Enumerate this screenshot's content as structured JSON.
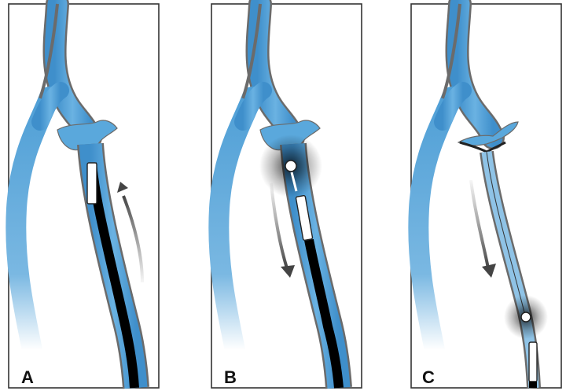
{
  "figure": {
    "panels": [
      {
        "label": "A",
        "step": "catheter-withdrawal-start",
        "arrow_direction": "up"
      },
      {
        "label": "B",
        "step": "heating-element-advancing",
        "arrow_direction": "down"
      },
      {
        "label": "C",
        "step": "vein-closed-behind-tip",
        "arrow_direction": "down"
      }
    ]
  },
  "colors": {
    "vessel_fill": "#4f9fd6",
    "vessel_light": "#9ccbea",
    "vessel_wall": "#6b6b6b",
    "catheter_shaft": "#000000",
    "catheter_tip": "#ffffff",
    "arrow": "#555555",
    "frame": "#333333"
  }
}
